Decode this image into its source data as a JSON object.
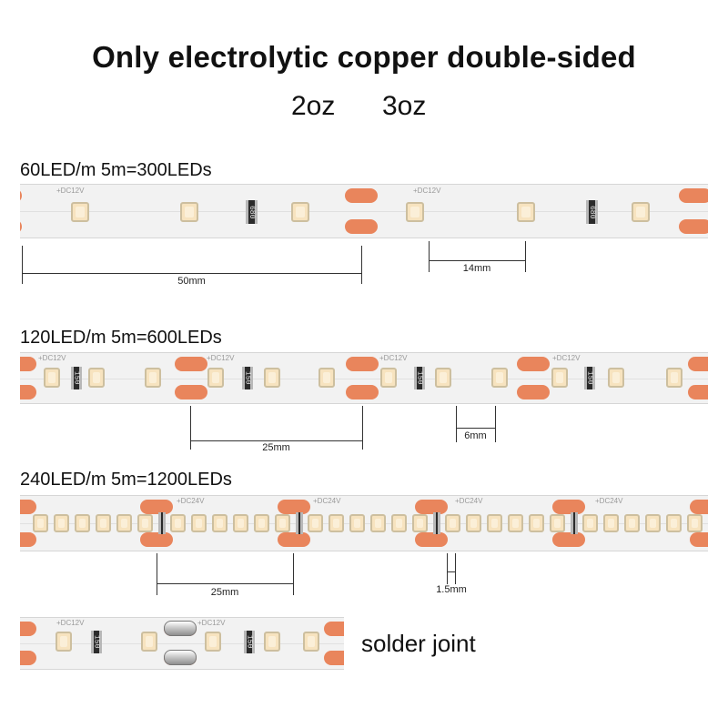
{
  "title": "Only electrolytic copper double-sided",
  "subtitle": {
    "oz_a": "2oz",
    "oz_b": "3oz"
  },
  "strips": [
    {
      "label": "60LED/m 5m=300LEDs",
      "silk": "+DC12V",
      "resistor_code": "680",
      "measure_a": "50mm",
      "measure_b": "14mm"
    },
    {
      "label": "120LED/m 5m=600LEDs",
      "silk": "+DC12V",
      "resistor_code": "150",
      "measure_a": "25mm",
      "measure_b": "6mm"
    },
    {
      "label": "240LED/m 5m=1200LEDs",
      "silk": "+DC24V",
      "measure_a": "25mm",
      "measure_b": "1.5mm"
    }
  ],
  "solder": {
    "label": "solder joint",
    "silk": "+DC12V",
    "resistor_code": "150"
  },
  "colors": {
    "pad": "#e9855c",
    "strip": "#f2f2f2",
    "led": "#f7e3bf"
  }
}
